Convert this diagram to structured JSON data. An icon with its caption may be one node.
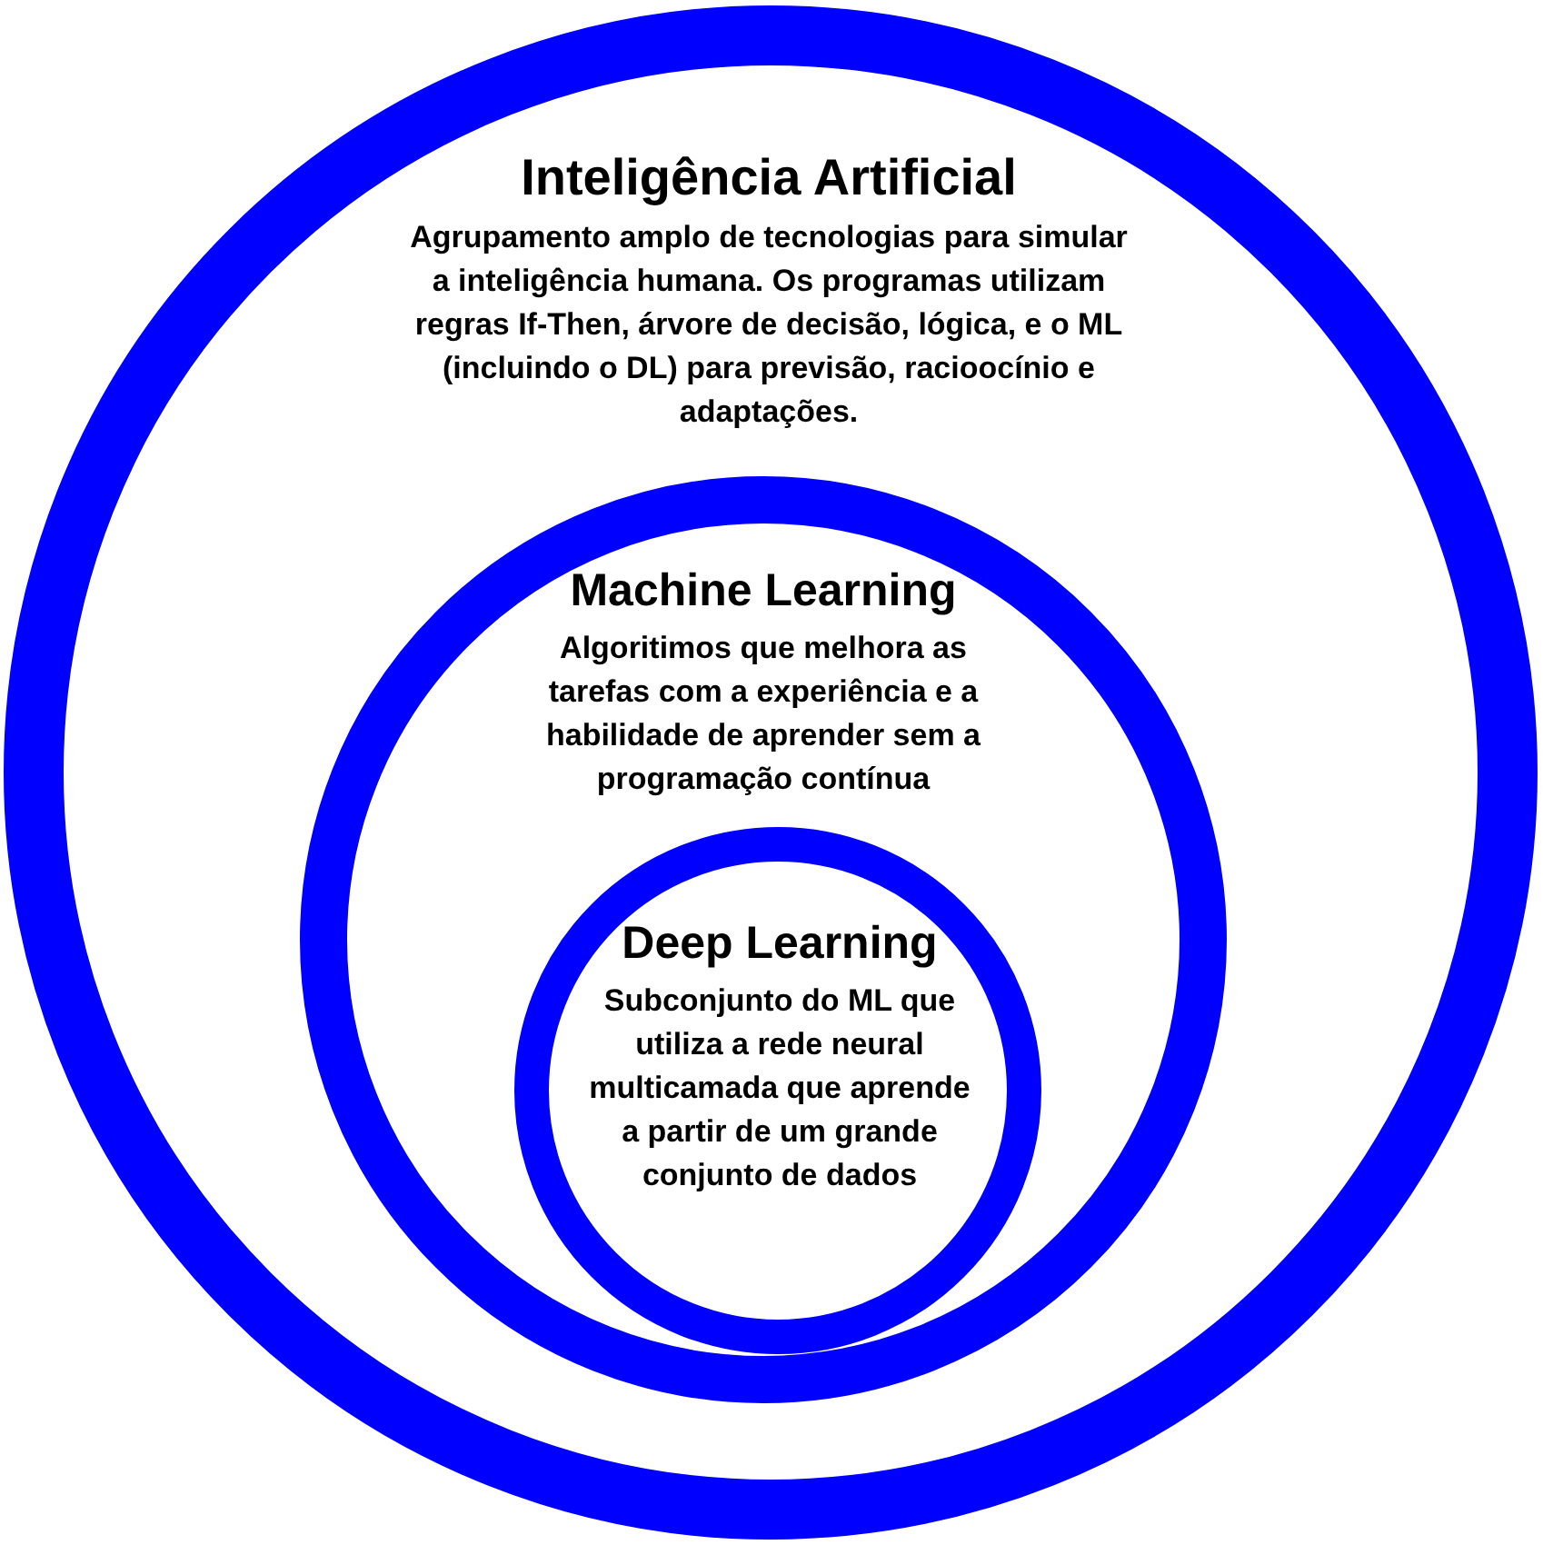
{
  "diagram": {
    "nodes": [
      {
        "text": [
          "Inteligência Artificial",
          "Agrupamento amplo de tecnologias para simular a inteligência humana. Os programas utilizam regras If-Then, árvore de decisão, lógica, e o ML (incluindo o DL) para previsão, racioocínio e adaptações."
        ]
      },
      {
        "text": [
          "Machine Learning",
          "Algoritimos que melhora as tarefas com a experiência e a habilidade de aprender sem a programação contínua"
        ],
        "in": 0
      },
      {
        "text": [
          "Deep Learning",
          "Subconjunto do ML que utiliza a rede neural multicamada que aprende a partir de um grande conjunto de dados"
        ],
        "in": 1
      }
    ]
  }
}
